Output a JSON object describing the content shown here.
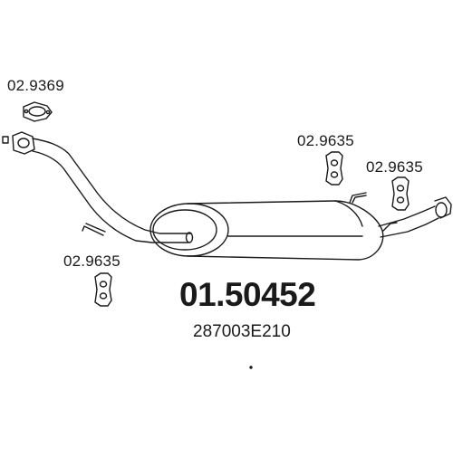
{
  "diagram": {
    "labels": {
      "gasket_ref": "02.9369",
      "hanger_ref_top_left": "02.9635",
      "hanger_ref_top_right": "02.9635",
      "hanger_ref_bottom_left": "02.9635",
      "part_number": "01.50452",
      "oem_number": "287003E210"
    },
    "colors": {
      "line": "#1a1a1a",
      "background": "#ffffff"
    }
  }
}
